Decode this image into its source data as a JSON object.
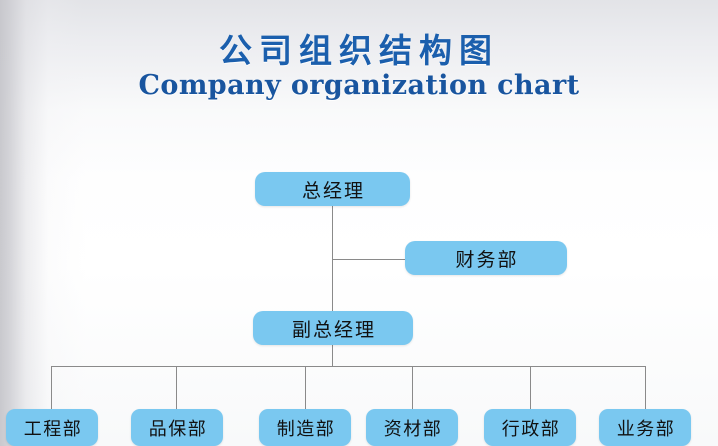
{
  "title": {
    "zh": "公司组织结构图",
    "en": "Company organization chart"
  },
  "colors": {
    "title_blue": "#1b5fad",
    "subtitle_blue": "#19559f",
    "node_fill": "#7ac8f0",
    "node_text": "#111111",
    "connector": "#8a8a8a",
    "background": "#fdfdfd"
  },
  "chart_data": {
    "type": "diagram",
    "title": "公司组织结构图",
    "subtitle": "Company organization chart",
    "nodes": [
      {
        "id": "gm",
        "label": "总经理",
        "level": 0,
        "parent": null
      },
      {
        "id": "fin",
        "label": "财务部",
        "level": 1,
        "parent": "gm"
      },
      {
        "id": "dgm",
        "label": "副总经理",
        "level": 1,
        "parent": "gm"
      },
      {
        "id": "eng",
        "label": "工程部",
        "level": 2,
        "parent": "dgm"
      },
      {
        "id": "qa",
        "label": "品保部",
        "level": 2,
        "parent": "dgm"
      },
      {
        "id": "mfg",
        "label": "制造部",
        "level": 2,
        "parent": "dgm"
      },
      {
        "id": "mat",
        "label": "资材部",
        "level": 2,
        "parent": "dgm"
      },
      {
        "id": "admin",
        "label": "行政部",
        "level": 2,
        "parent": "dgm"
      },
      {
        "id": "sales",
        "label": "业务部",
        "level": 2,
        "parent": "dgm"
      }
    ]
  },
  "nodes": {
    "general_manager": "总经理",
    "finance": "财务部",
    "deputy_general_manager": "副总经理",
    "departments": [
      "工程部",
      "品保部",
      "制造部",
      "资材部",
      "行政部",
      "业务部"
    ]
  }
}
